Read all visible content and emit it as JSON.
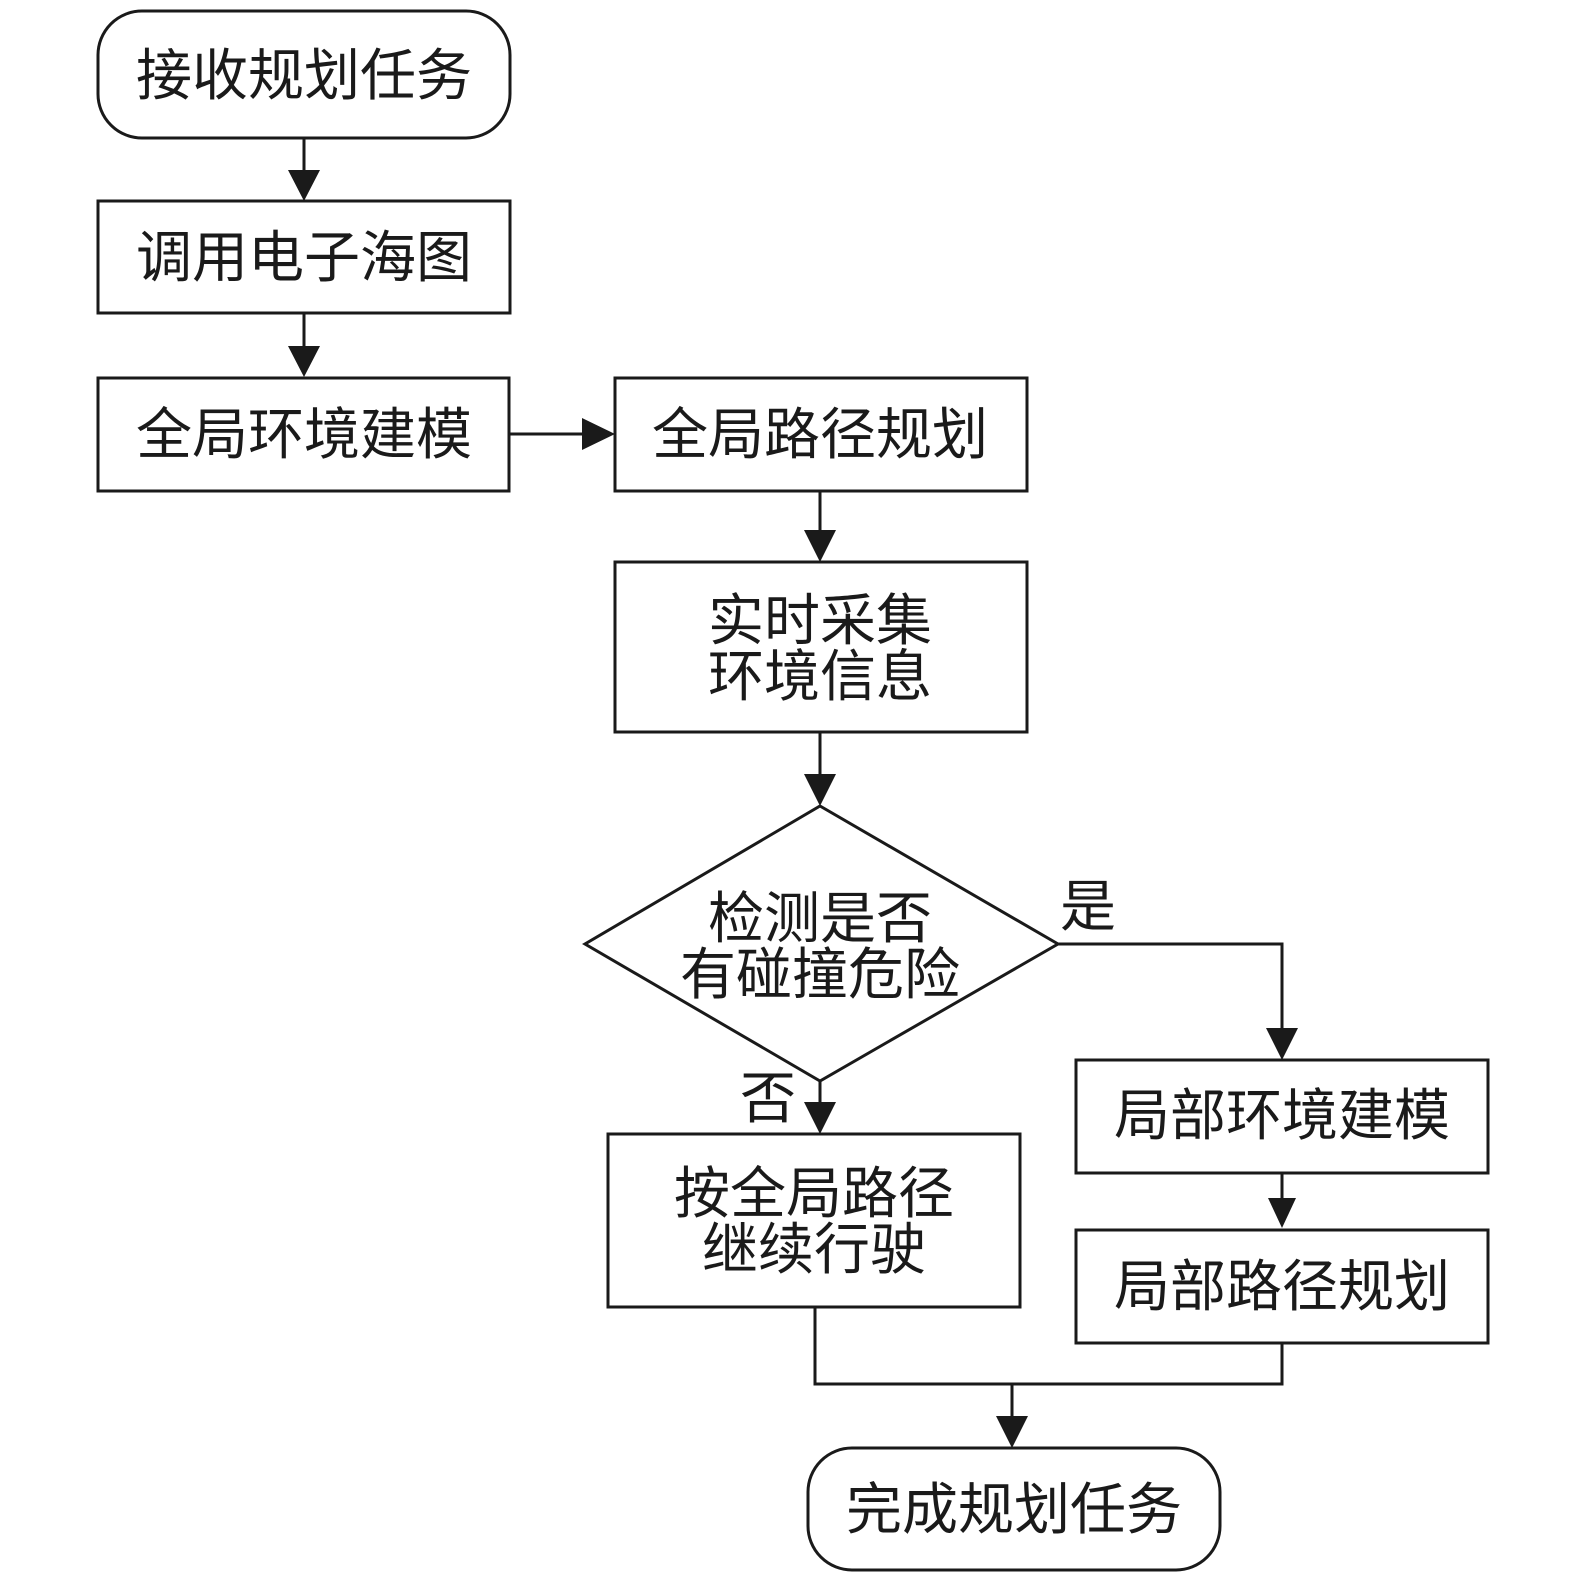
{
  "nodes": {
    "start": {
      "kind": "terminal",
      "lines": [
        "接收规划任务"
      ]
    },
    "call_chart": {
      "kind": "process",
      "lines": [
        "调用电子海图"
      ]
    },
    "global_env_model": {
      "kind": "process",
      "lines": [
        "全局环境建模"
      ]
    },
    "global_path_plan": {
      "kind": "process",
      "lines": [
        "全局路径规划"
      ]
    },
    "realtime_collect": {
      "kind": "process",
      "lines": [
        "实时采集",
        "环境信息"
      ]
    },
    "collision_check": {
      "kind": "decision",
      "lines": [
        "检测是否",
        "有碰撞危险"
      ]
    },
    "continue_global": {
      "kind": "process",
      "lines": [
        "按全局路径",
        "继续行驶"
      ]
    },
    "local_env_model": {
      "kind": "process",
      "lines": [
        "局部环境建模"
      ]
    },
    "local_path_plan": {
      "kind": "process",
      "lines": [
        "局部路径规划"
      ]
    },
    "end": {
      "kind": "terminal",
      "lines": [
        "完成规划任务"
      ]
    }
  },
  "edges": [
    {
      "from": "start",
      "to": "call_chart"
    },
    {
      "from": "call_chart",
      "to": "global_env_model"
    },
    {
      "from": "global_env_model",
      "to": "global_path_plan"
    },
    {
      "from": "global_path_plan",
      "to": "realtime_collect"
    },
    {
      "from": "realtime_collect",
      "to": "collision_check"
    },
    {
      "from": "collision_check",
      "to": "local_env_model",
      "label": "是"
    },
    {
      "from": "collision_check",
      "to": "continue_global",
      "label": "否"
    },
    {
      "from": "local_env_model",
      "to": "local_path_plan"
    },
    {
      "from": "continue_global",
      "to": "end"
    },
    {
      "from": "local_path_plan",
      "to": "end"
    }
  ]
}
